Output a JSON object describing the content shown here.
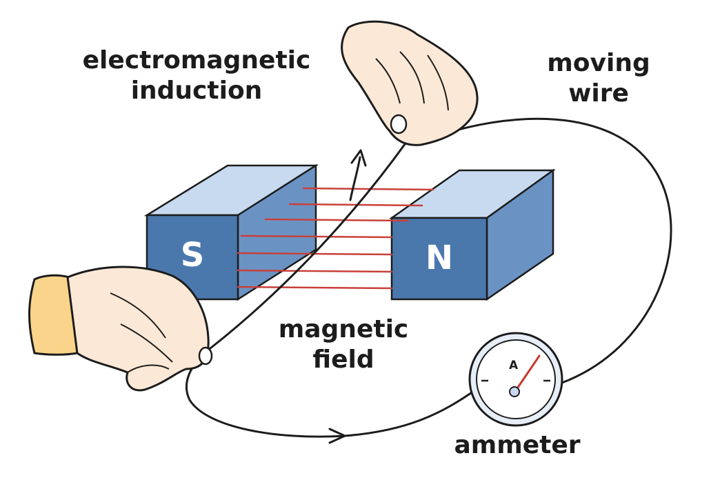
{
  "labels": {
    "induction": [
      "electromagnetic",
      "induction"
    ],
    "moving_wire": [
      "moving",
      "wire"
    ],
    "magnetic_field": [
      "magnetic",
      "field"
    ],
    "ammeter": "ammeter"
  },
  "magnets": {
    "south": "S",
    "north": "N"
  },
  "ammeter": {
    "dial_letter": "A"
  },
  "colors": {
    "magnet_front": "#4a78ad",
    "magnet_top": "#c8daf0",
    "magnet_side": "#6a93c4",
    "field_lines": "#c8403a",
    "skin": "#fbe8d6",
    "sleeve": "#f9d48a",
    "ink": "#1c1c1c",
    "needle": "#c73a2e"
  }
}
